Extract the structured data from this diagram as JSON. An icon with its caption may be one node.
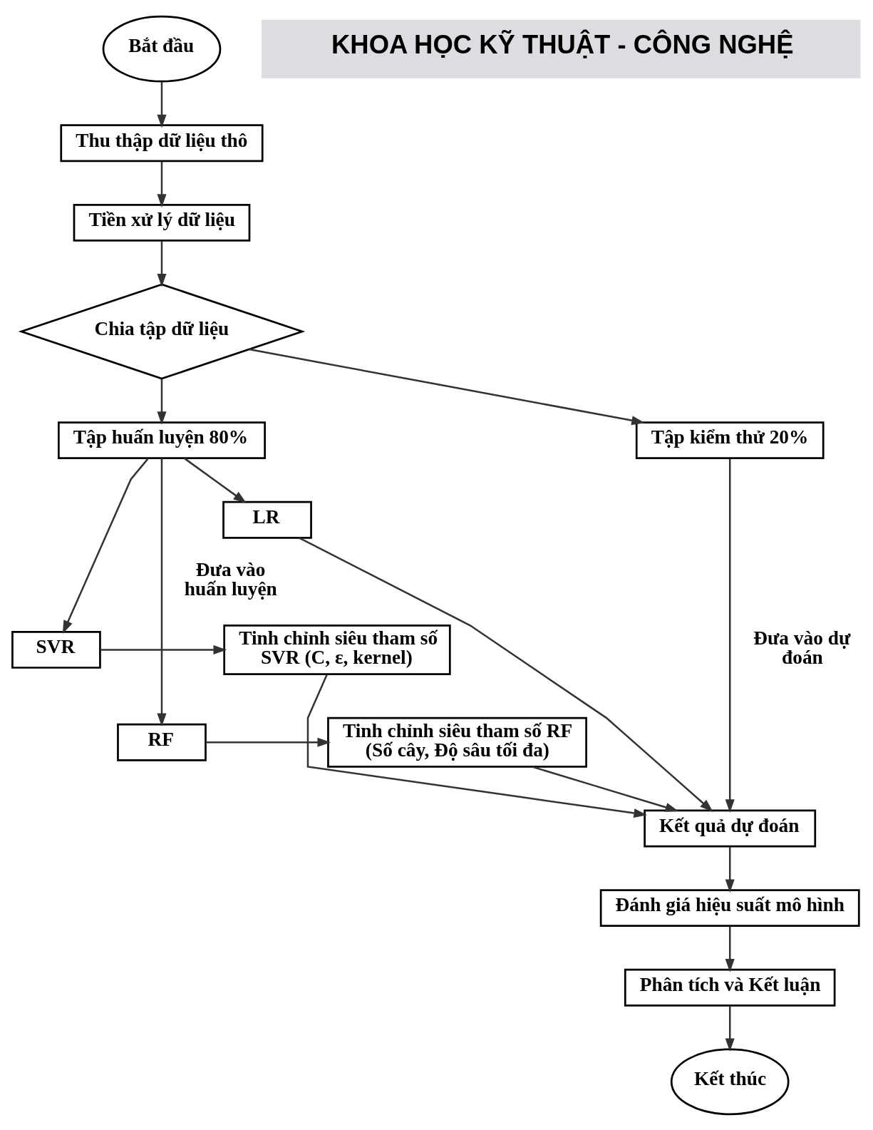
{
  "diagram": {
    "nodes": [
      {
        "text": [
          "Bắt đầu"
        ]
      },
      {
        "text": [
          "Thu thập dữ liệu thô"
        ]
      },
      {
        "text": [
          "Tiền xử lý dữ liệu"
        ]
      },
      {
        "text": [
          "Chia tập dữ liệu"
        ]
      },
      {
        "text": [
          "Tập huấn luyện 80%"
        ]
      },
      {
        "text": [
          "Tập kiểm thử 20%"
        ]
      },
      {
        "text": [
          "LR"
        ]
      },
      {
        "text": [
          "SVR"
        ]
      },
      {
        "text": [
          "Tinh chỉnh siêu tham số SVR (C, ε, kernel)"
        ]
      },
      {
        "text": [
          "RF"
        ]
      },
      {
        "text": [
          "Tinh chỉnh siêu tham số RF (Số cây, Độ sâu tối đa)"
        ]
      },
      {
        "text": [
          "Kết quả dự đoán"
        ]
      },
      {
        "text": [
          "Đánh giá hiệu suất mô hình"
        ]
      },
      {
        "text": [
          "Phân tích và Kết luận"
        ]
      },
      {
        "text": [
          "Kết thúc"
        ]
      }
    ],
    "edges": [
      {
        "from": 0,
        "to": 1,
        "arrow": "to"
      },
      {
        "from": 1,
        "to": 2,
        "arrow": "to"
      },
      {
        "from": 2,
        "to": 3,
        "arrow": "to"
      },
      {
        "from": 3,
        "to": 4,
        "arrow": "to"
      },
      {
        "from": 3,
        "to": 5,
        "arrow": "to"
      },
      {
        "from": 4,
        "to": 6,
        "arrow": "to"
      },
      {
        "from": 4,
        "to": 7,
        "arrow": "to"
      },
      {
        "from": 4,
        "to": 9,
        "arrow": "to",
        "label": "Đưa vào huấn luyện"
      },
      {
        "from": 7,
        "to": 8,
        "arrow": "to"
      },
      {
        "from": 9,
        "to": 10,
        "arrow": "to"
      },
      {
        "from": 10,
        "to": 11,
        "arrow": "to"
      },
      {
        "from": 8,
        "to": 11,
        "arrow": "to"
      },
      {
        "from": 6,
        "to": 11,
        "arrow": "to"
      },
      {
        "from": 5,
        "to": 11,
        "arrow": "to",
        "label": "Đưa vào dự đoán"
      },
      {
        "from": 11,
        "to": 12,
        "arrow": "to"
      },
      {
        "from": 12,
        "to": 13,
        "arrow": "to"
      },
      {
        "from": 13,
        "to": 14,
        "arrow": "to"
      }
    ],
    "labels": [
      "KHOA HỌC KỸ THUẬT - CÔNG NGHỆ"
    ]
  }
}
